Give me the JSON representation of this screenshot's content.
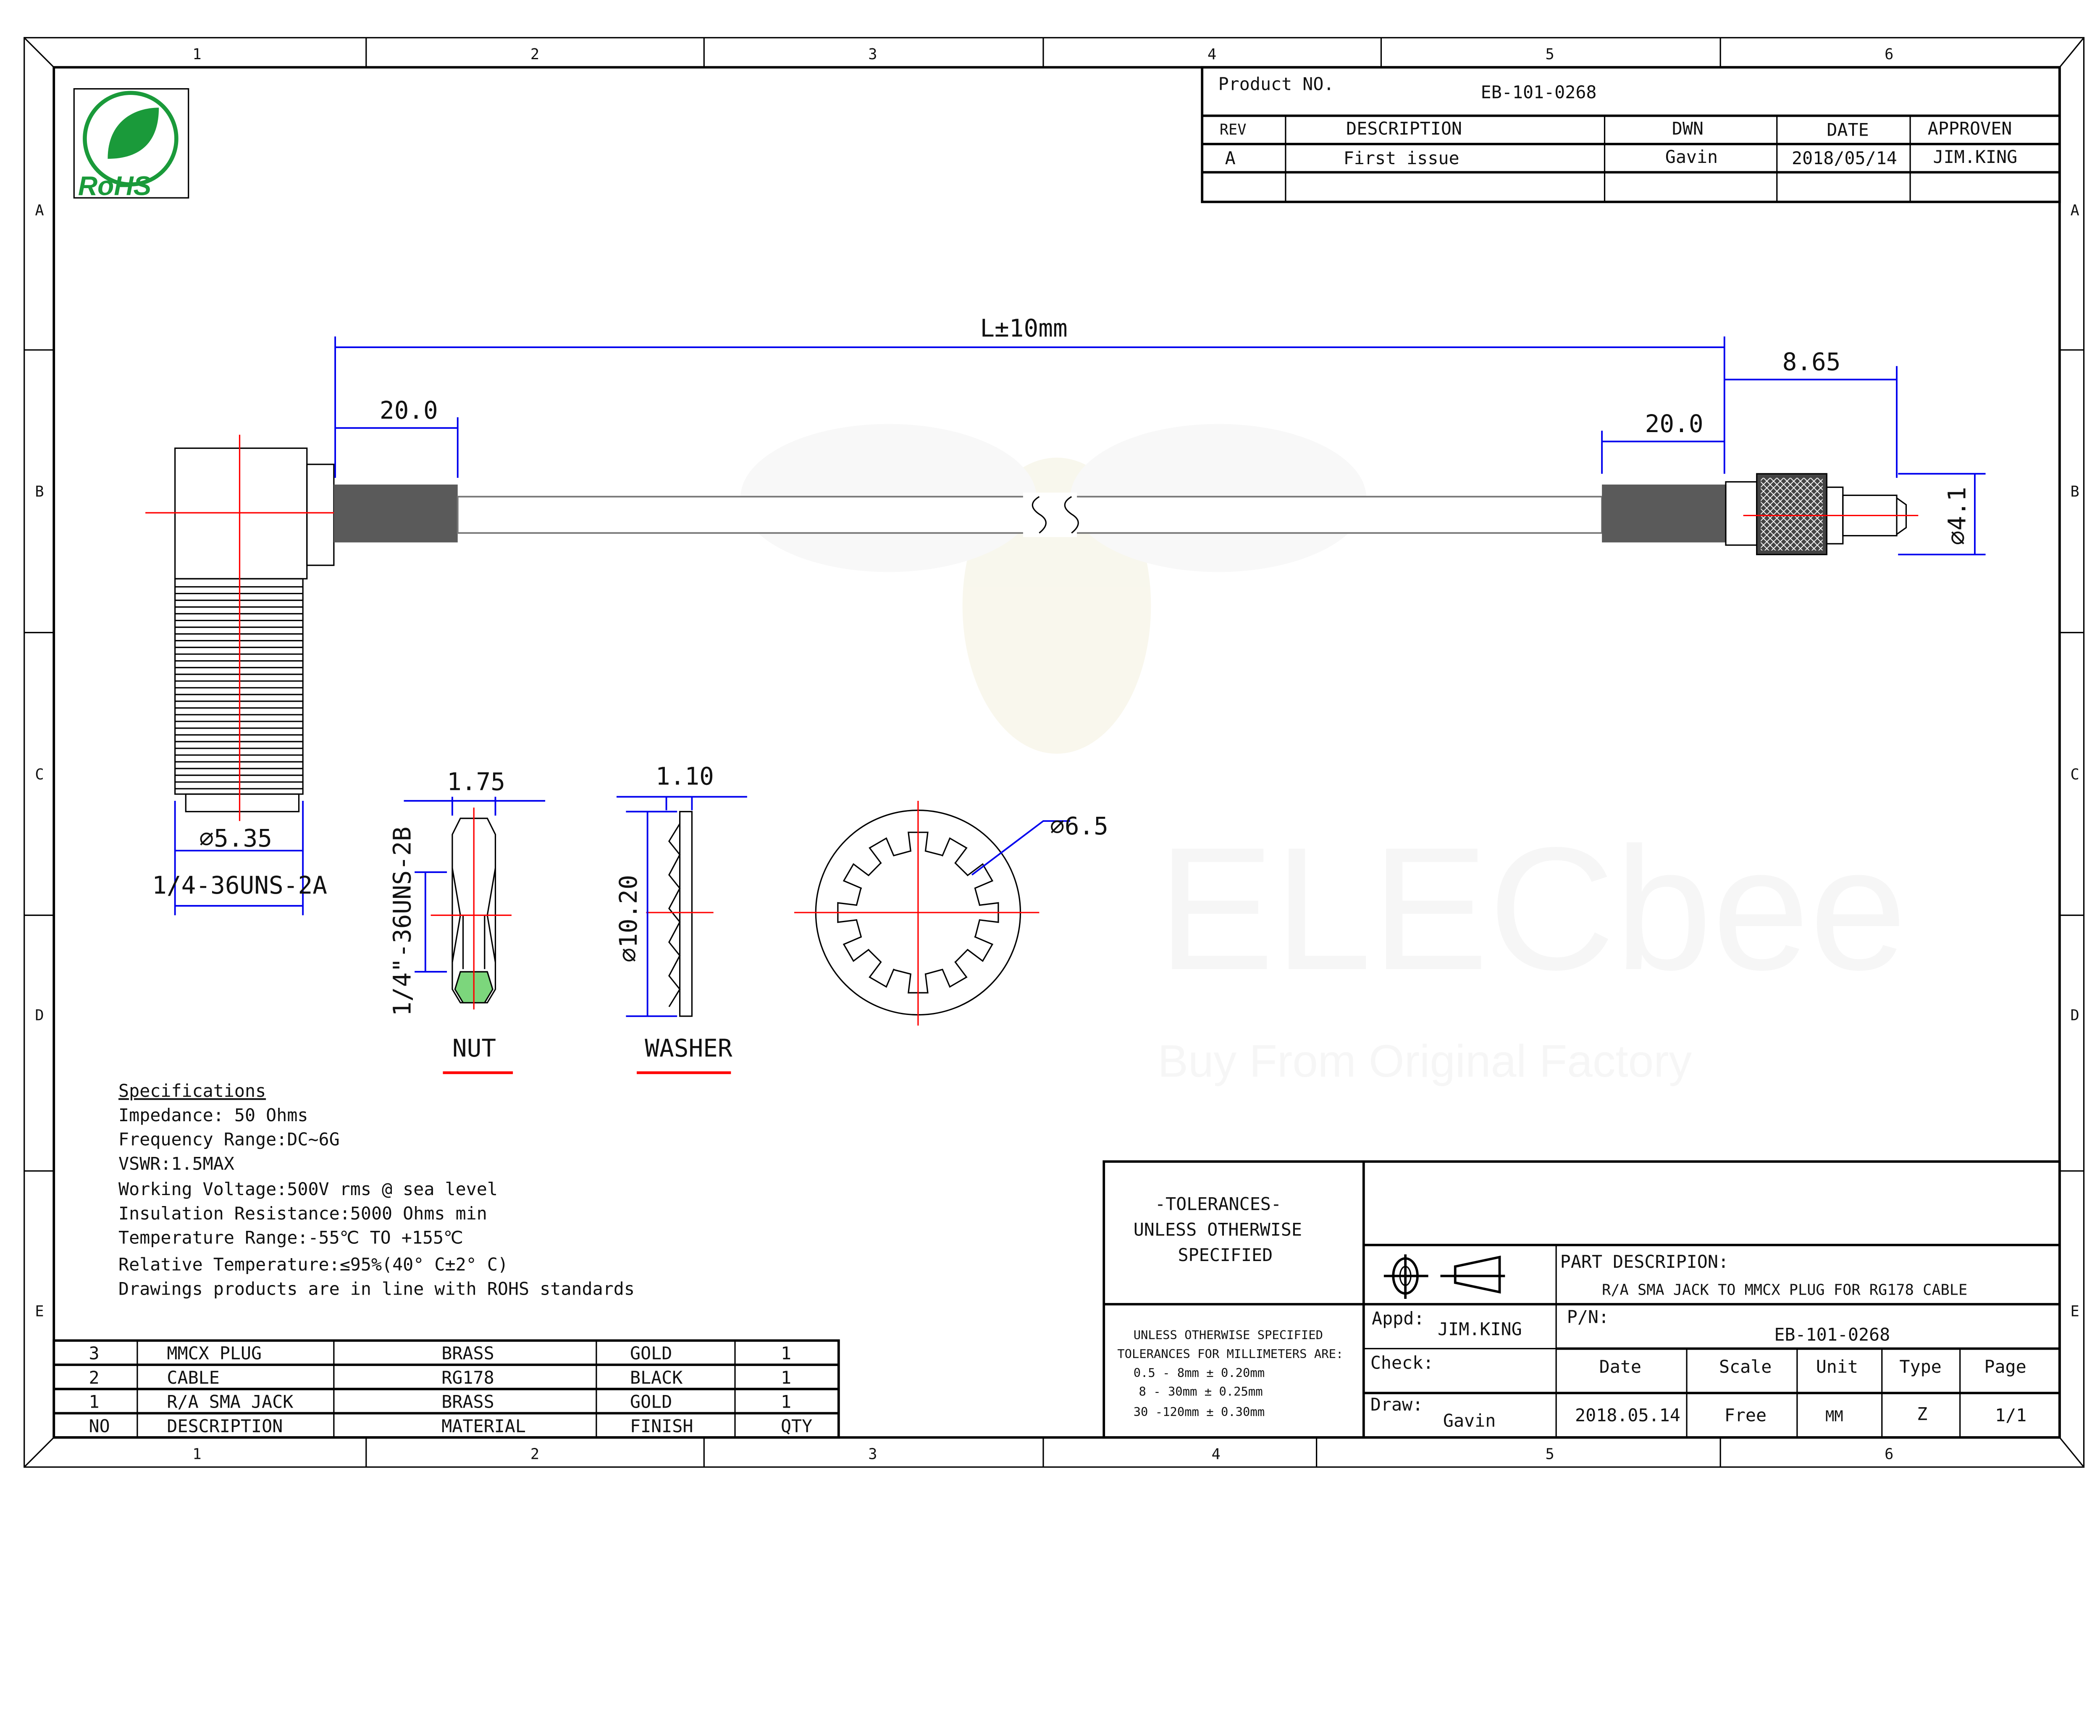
{
  "frame": {
    "columns": [
      "1",
      "2",
      "3",
      "4",
      "5",
      "6"
    ],
    "rows": [
      "A",
      "B",
      "C",
      "D",
      "E"
    ]
  },
  "logo": {
    "text": "RoHS"
  },
  "revision_block": {
    "product_no_label": "Product NO.",
    "product_no": "EB-101-0268",
    "headers": [
      "REV",
      "DESCRIPTION",
      "DWN",
      "DATE",
      "APPROVEN"
    ],
    "rows": [
      [
        "A",
        "First issue",
        "Gavin",
        "2018/05/14",
        "JIM.KING"
      ]
    ]
  },
  "dimensions": {
    "overall_length": "L±10mm",
    "left_boot": "20.0",
    "right_boot": "20.0",
    "mmcx_length": "8.65",
    "mmcx_dia": "⌀4.1",
    "sma_dia": "⌀5.35",
    "sma_thread": "1/4-36UNS-2A",
    "nut_thickness": "1.75",
    "nut_thread": "1/4\"-36UNS-2B",
    "washer_thickness": "1.10",
    "washer_od": "⌀10.20",
    "washer_id": "⌀6.5"
  },
  "views": {
    "nut_label": "NUT",
    "washer_label": "WASHER"
  },
  "watermark": {
    "brand": "ELECbee",
    "tagline": "Buy From Original Factory"
  },
  "specifications": {
    "title": "Specifications",
    "lines": [
      "Impedance: 50 Ohms",
      "Frequency Range:DC~6G",
      "VSWR:1.5MAX",
      "Working Voltage:500V rms @ sea level",
      "Insulation Resistance:5000 Ohms min",
      "Temperature Range:-55℃ TO +155℃",
      "Relative Temperature:≤95%(40° C±2° C)",
      "Drawings products are in line with ROHS standards"
    ]
  },
  "bom": {
    "headers": [
      "NO",
      "DESCRIPTION",
      "MATERIAL",
      "FINISH",
      "QTY"
    ],
    "rows": [
      [
        "3",
        "MMCX PLUG",
        "BRASS",
        "GOLD",
        "1"
      ],
      [
        "2",
        "CABLE",
        "RG178",
        "BLACK",
        "1"
      ],
      [
        "1",
        "R/A SMA JACK",
        "BRASS",
        "GOLD",
        "1"
      ]
    ]
  },
  "title_block": {
    "tolerances_title": [
      "-TOLERANCES-",
      "UNLESS OTHERWISE",
      "SPECIFIED"
    ],
    "tolerance_notes": [
      "UNLESS OTHERWISE SPECIFIED",
      "TOLERANCES FOR MILLIMETERS ARE:",
      "0.5 - 8mm ± 0.20mm",
      "8 - 30mm ± 0.25mm",
      "30 -120mm ± 0.30mm"
    ],
    "part_description_label": "PART DESCRIPION:",
    "part_description": "R/A SMA JACK TO MMCX PLUG FOR RG178 CABLE",
    "appd_label": "Appd:",
    "appd": "JIM.KING",
    "pn_label": "P/N:",
    "pn": "EB-101-0268",
    "check_label": "Check:",
    "draw_label": "Draw:",
    "draw": "Gavin",
    "headers": [
      "Date",
      "Scale",
      "Unit",
      "Type",
      "Page"
    ],
    "values": [
      "2018.05.14",
      "Free",
      "MM",
      "Z",
      "1/1"
    ]
  }
}
